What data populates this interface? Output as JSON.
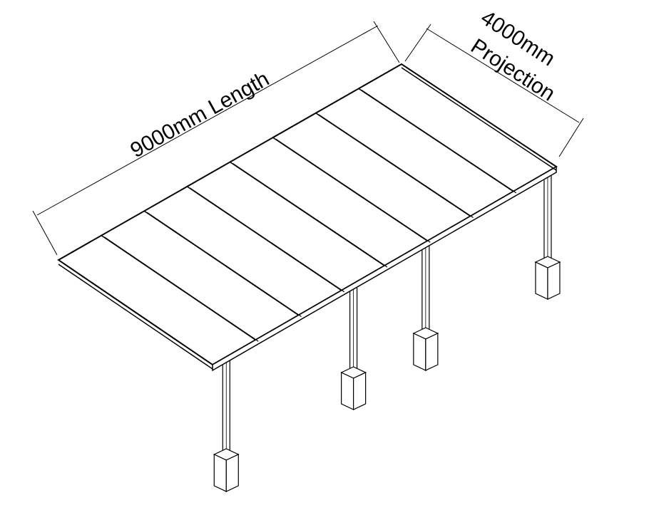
{
  "dimensions": {
    "length_label": "9000mm Length",
    "projection_value": "4000mm",
    "projection_label": "Projection"
  },
  "structure": {
    "panel_count": 8,
    "post_count": 4
  }
}
